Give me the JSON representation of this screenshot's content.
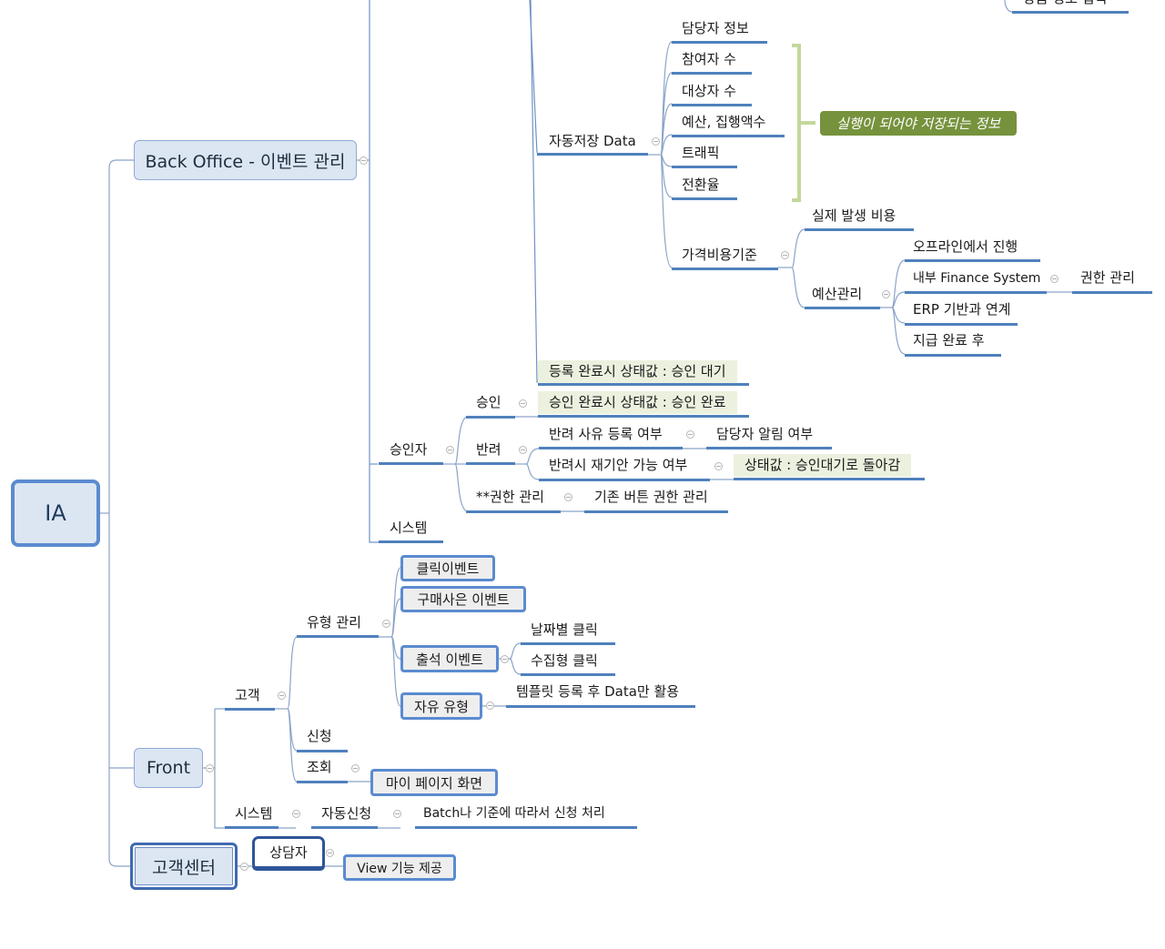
{
  "root": {
    "label": "IA"
  },
  "branches": {
    "back_office": {
      "label": "Back Office - 이벤트 관리",
      "top_cut_label": "상품 정보 입력",
      "auto_save": {
        "label": "자동저장 Data",
        "items": [
          "담당자 정보",
          "참여자 수",
          "대상자 수",
          "예산, 집행액수",
          "트래픽",
          "전환율"
        ],
        "callout": "실행이 되어야 저장되는 정보"
      },
      "price_basis": {
        "label": "가격비용기준",
        "actual_cost": "실제 발생 비용",
        "budget": {
          "label": "예산관리",
          "items": [
            "오프라인에서 진행",
            "내부 Finance System",
            "ERP 기반과 연계",
            "지급 완료 후"
          ],
          "finance_child": "권한 관리"
        }
      },
      "register_status": "등록 완료시 상태값 : 승인 대기",
      "approver": {
        "label": "승인자",
        "approve": {
          "label": "승인",
          "status": "승인 완료시 상태값 : 승인 완료"
        },
        "reject": {
          "label": "반려",
          "reason": "반려 사유 등록 여부",
          "notify": "담당자 알림 여부",
          "resubmit": "반려시 재기안 가능 여부",
          "resubmit_status": "상태값 : 승인대기로 돌아감"
        },
        "permission": {
          "label": "**권한 관리",
          "child": "기존 버튼 권한 관리"
        }
      },
      "system": "시스템"
    },
    "front": {
      "label": "Front",
      "customer": {
        "label": "고객",
        "type_mgmt": {
          "label": "유형 관리",
          "click_event": "클릭이벤트",
          "purchase_event": "구매사은 이벤트",
          "attendance_event": {
            "label": "출석 이벤트",
            "items": [
              "날짜별 클릭",
              "수집형 클릭"
            ]
          },
          "free_type": {
            "label": "자유 유형",
            "child": "템플릿 등록 후 Data만 활용"
          }
        },
        "apply": "신청",
        "view": {
          "label": "조회",
          "child": "마이 페이지 화면"
        }
      },
      "system": {
        "label": "시스템",
        "auto_apply": "자동신청",
        "auto_apply_child": "Batch나 기준에 따라서 신청 처리"
      }
    },
    "customer_center": {
      "label": "고객센터",
      "agent": {
        "label": "상담자",
        "child": "View 기능 제공"
      }
    }
  },
  "colors": {
    "line": "#4f81bd",
    "node_fill": "#dce6f2",
    "highlight_fill": "#ebf1de",
    "callout_fill": "#76923c",
    "bracket": "#c4d79b"
  }
}
